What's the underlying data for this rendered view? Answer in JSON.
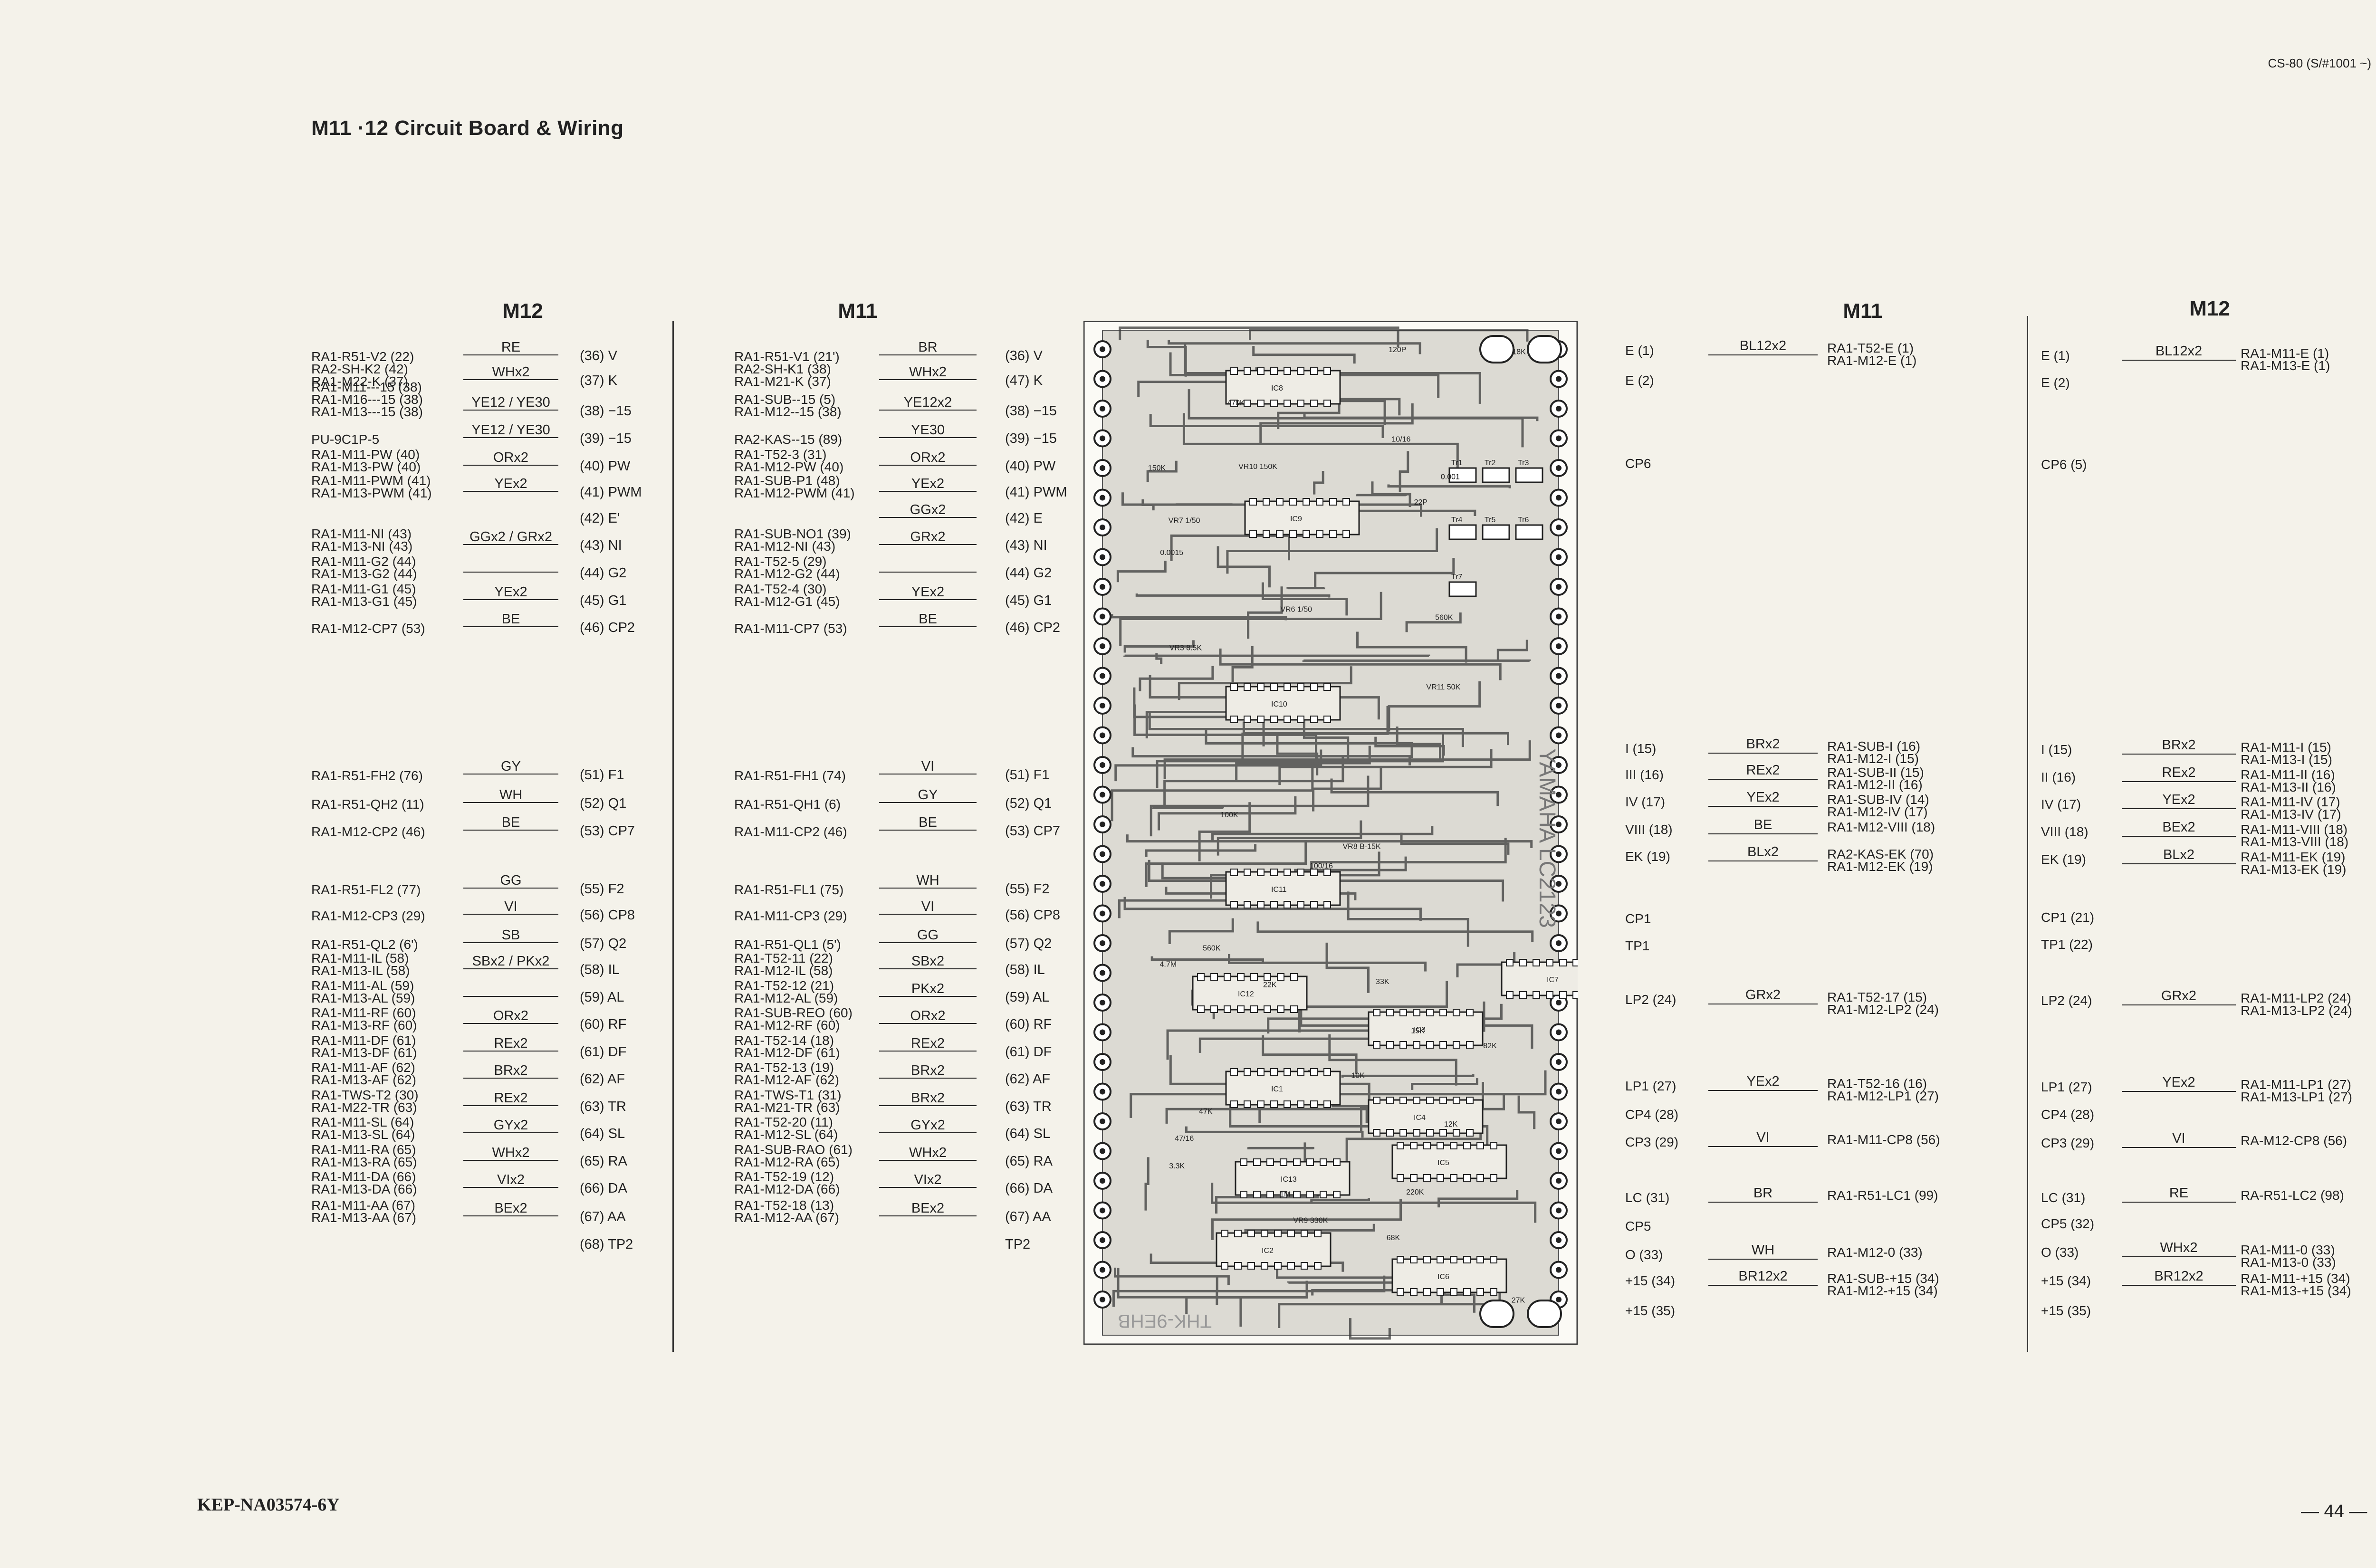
{
  "header": {
    "model": "CS-80 (S/#1001 ~)",
    "title": "M11 ·12  Circuit Board & Wiring"
  },
  "footer": {
    "code": "KEP-NA03574-6Y",
    "page": "— 44 —"
  },
  "headings": {
    "left_m12": "M12",
    "left_m11": "M11",
    "right_m11": "M11",
    "right_m12": "M12"
  },
  "board": {
    "brand": "YAMAHA  LC2123",
    "id": "THK-9EHB",
    "ics": [
      "IC8",
      "IC9",
      "IC10",
      "IC11",
      "IC12",
      "IC13",
      "IC1",
      "IC2",
      "IC3",
      "IC4",
      "IC5",
      "IC6",
      "IC7"
    ],
    "transistors": [
      "Tr1",
      "Tr2",
      "Tr3",
      "Tr4",
      "Tr5",
      "Tr6",
      "Tr7"
    ],
    "parts": [
      "100K",
      "150K",
      "33K",
      "47K",
      "220K",
      "22K",
      "10K",
      "82K",
      "1M",
      "15K",
      "18K",
      "4.7M",
      "27K",
      "470K",
      "560K",
      "68K",
      "0.0015",
      "0.001",
      "3.3K",
      "12K",
      "100/16",
      "10/16",
      "22P",
      "47/16",
      "120P",
      "560K",
      "VR3 8.5K",
      "VR9 330K",
      "VR8 B-15K",
      "VR11 50K",
      "VR10 150K",
      "VR7 1/50",
      "VR6 1/50"
    ],
    "pads_left_count": 33,
    "pads_right_count": 33
  },
  "left_m12": [
    {
      "sources": [
        "RA1-R51-V2 (22)"
      ],
      "code": "RE",
      "term": "(36) V"
    },
    {
      "sources": [
        "RA2-SH-K2 (42)",
        "RA1-M22-K (37)"
      ],
      "code": "WHx2",
      "term": "(37) K"
    },
    {
      "sources": [
        "RA1-M11---15 (38)",
        "RA1-M16---15 (38)",
        "RA1-M13---15 (38)"
      ],
      "code": "YE12 / YE30",
      "term": "(38) −15"
    },
    {
      "sources": [
        "PU-9C1P-5"
      ],
      "code": "YE12 / YE30",
      "term": "(39) −15"
    },
    {
      "sources": [
        "RA1-M11-PW (40)",
        "RA1-M13-PW (40)"
      ],
      "code": "ORx2",
      "term": "(40) PW"
    },
    {
      "sources": [
        "RA1-M11-PWM (41)",
        "RA1-M13-PWM (41)"
      ],
      "code": "YEx2",
      "term": "(41) PWM"
    },
    {
      "sources": [],
      "code": "",
      "term": "(42) E'"
    },
    {
      "sources": [
        "RA1-M11-NI (43)",
        "RA1-M13-NI (43)"
      ],
      "code": "GGx2 / GRx2",
      "term": "(43) NI"
    },
    {
      "sources": [
        "RA1-M11-G2 (44)",
        "RA1-M13-G2 (44)"
      ],
      "code": "",
      "term": "(44) G2"
    },
    {
      "sources": [
        "RA1-M11-G1 (45)",
        "RA1-M13-G1 (45)"
      ],
      "code": "YEx2",
      "term": "(45) G1"
    },
    {
      "sources": [
        "RA1-M12-CP7 (53)"
      ],
      "code": "BE",
      "term": "(46) CP2"
    },
    {
      "sources": [
        "RA1-R51-FH2 (76)"
      ],
      "code": "GY",
      "term": "(51) F1"
    },
    {
      "sources": [
        "RA1-R51-QH2 (11)"
      ],
      "code": "WH",
      "term": "(52) Q1"
    },
    {
      "sources": [
        "RA1-M12-CP2 (46)"
      ],
      "code": "BE",
      "term": "(53) CP7"
    },
    {
      "sources": [
        "RA1-R51-FL2 (77)"
      ],
      "code": "GG",
      "term": "(55) F2"
    },
    {
      "sources": [
        "RA1-M12-CP3 (29)"
      ],
      "code": "VI",
      "term": "(56) CP8"
    },
    {
      "sources": [
        "RA1-R51-QL2 (6')"
      ],
      "code": "SB",
      "term": "(57) Q2"
    },
    {
      "sources": [
        "RA1-M11-IL (58)",
        "RA1-M13-IL (58)"
      ],
      "code": "SBx2 / PKx2",
      "term": "(58) IL"
    },
    {
      "sources": [
        "RA1-M11-AL (59)",
        "RA1-M13-AL (59)"
      ],
      "code": "",
      "term": "(59) AL"
    },
    {
      "sources": [
        "RA1-M11-RF (60)",
        "RA1-M13-RF (60)"
      ],
      "code": "ORx2",
      "term": "(60) RF"
    },
    {
      "sources": [
        "RA1-M11-DF (61)",
        "RA1-M13-DF (61)"
      ],
      "code": "REx2",
      "term": "(61) DF"
    },
    {
      "sources": [
        "RA1-M11-AF (62)",
        "RA1-M13-AF (62)"
      ],
      "code": "BRx2",
      "term": "(62) AF"
    },
    {
      "sources": [
        "RA1-TWS-T2 (30)",
        "RA1-M22-TR (63)"
      ],
      "code": "REx2",
      "term": "(63) TR"
    },
    {
      "sources": [
        "RA1-M11-SL (64)",
        "RA1-M13-SL (64)"
      ],
      "code": "GYx2",
      "term": "(64) SL"
    },
    {
      "sources": [
        "RA1-M11-RA (65)",
        "RA1-M13-RA (65)"
      ],
      "code": "WHx2",
      "term": "(65) RA"
    },
    {
      "sources": [
        "RA1-M11-DA (66)",
        "RA1-M13-DA (66)"
      ],
      "code": "VIx2",
      "term": "(66) DA"
    },
    {
      "sources": [
        "RA1-M11-AA (67)",
        "RA1-M13-AA (67)"
      ],
      "code": "BEx2",
      "term": "(67) AA"
    },
    {
      "sources": [],
      "code": "",
      "term": "(68) TP2"
    }
  ],
  "left_m11": [
    {
      "sources": [
        "RA1-R51-V1 (21')"
      ],
      "code": "BR",
      "term": "(36) V"
    },
    {
      "sources": [
        "RA2-SH-K1 (38)",
        "RA1-M21-K (37)"
      ],
      "code": "WHx2",
      "term": "(47) K"
    },
    {
      "sources": [
        "RA1-SUB--15 (5)",
        "RA1-M12--15 (38)"
      ],
      "code": "YE12x2",
      "term": "(38) −15"
    },
    {
      "sources": [
        "RA2-KAS--15 (89)"
      ],
      "code": "YE30",
      "term": "(39) −15"
    },
    {
      "sources": [
        "RA1-T52-3 (31)",
        "RA1-M12-PW (40)"
      ],
      "code": "ORx2",
      "term": "(40) PW"
    },
    {
      "sources": [
        "RA1-SUB-P1 (48)",
        "RA1-M12-PWM (41)"
      ],
      "code": "YEx2",
      "term": "(41) PWM"
    },
    {
      "sources": [],
      "code": "GGx2",
      "term": "(42) E"
    },
    {
      "sources": [
        "RA1-SUB-NO1 (39)",
        "RA1-M12-NI (43)"
      ],
      "code": "GRx2",
      "term": "(43) NI"
    },
    {
      "sources": [
        "RA1-T52-5 (29)",
        "RA1-M12-G2 (44)"
      ],
      "code": "",
      "term": "(44) G2"
    },
    {
      "sources": [
        "RA1-T52-4 (30)",
        "RA1-M12-G1 (45)"
      ],
      "code": "YEx2",
      "term": "(45) G1"
    },
    {
      "sources": [
        "RA1-M11-CP7 (53)"
      ],
      "code": "BE",
      "term": "(46) CP2"
    },
    {
      "sources": [
        "RA1-R51-FH1 (74)"
      ],
      "code": "VI",
      "term": "(51) F1"
    },
    {
      "sources": [
        "RA1-R51-QH1 (6)"
      ],
      "code": "GY",
      "term": "(52) Q1"
    },
    {
      "sources": [
        "RA1-M11-CP2 (46)"
      ],
      "code": "BE",
      "term": "(53) CP7"
    },
    {
      "sources": [
        "RA1-R51-FL1 (75)"
      ],
      "code": "WH",
      "term": "(55) F2"
    },
    {
      "sources": [
        "RA1-M11-CP3 (29)"
      ],
      "code": "VI",
      "term": "(56) CP8"
    },
    {
      "sources": [
        "RA1-R51-QL1 (5')"
      ],
      "code": "GG",
      "term": "(57) Q2"
    },
    {
      "sources": [
        "RA1-T52-11 (22)",
        "RA1-M12-IL (58)"
      ],
      "code": "SBx2",
      "term": "(58) IL"
    },
    {
      "sources": [
        "RA1-T52-12 (21)",
        "RA1-M12-AL (59)"
      ],
      "code": "PKx2",
      "term": "(59) AL"
    },
    {
      "sources": [
        "RA1-SUB-REO (60)",
        "RA1-M12-RF (60)"
      ],
      "code": "ORx2",
      "term": "(60) RF"
    },
    {
      "sources": [
        "RA1-T52-14 (18)",
        "RA1-M12-DF (61)"
      ],
      "code": "REx2",
      "term": "(61) DF"
    },
    {
      "sources": [
        "RA1-T52-13 (19)",
        "RA1-M12-AF (62)"
      ],
      "code": "BRx2",
      "term": "(62) AF"
    },
    {
      "sources": [
        "RA1-TWS-T1 (31)",
        "RA1-M21-TR (63)"
      ],
      "code": "BRx2",
      "term": "(63) TR"
    },
    {
      "sources": [
        "RA1-T52-20 (11)",
        "RA1-M12-SL (64)"
      ],
      "code": "GYx2",
      "term": "(64) SL"
    },
    {
      "sources": [
        "RA1-SUB-RAO (61)",
        "RA1-M12-RA (65)"
      ],
      "code": "WHx2",
      "term": "(65) RA"
    },
    {
      "sources": [
        "RA1-T52-19 (12)",
        "RA1-M12-DA (66)"
      ],
      "code": "VIx2",
      "term": "(66) DA"
    },
    {
      "sources": [
        "RA1-T52-18 (13)",
        "RA1-M12-AA (67)"
      ],
      "code": "BEx2",
      "term": "(67) AA"
    },
    {
      "sources": [],
      "code": "",
      "term": "TP2"
    }
  ],
  "right_m11": [
    {
      "term": "E (1)",
      "code": "BL12x2",
      "dest": [
        "RA1-T52-E (1)",
        "RA1-M12-E (1)"
      ]
    },
    {
      "term": "E (2)",
      "code": "",
      "dest": []
    },
    {
      "term": "CP6",
      "code": "",
      "dest": []
    },
    {
      "term": "I (15)",
      "code": "BRx2",
      "dest": [
        "RA1-SUB-I (16)",
        "RA1-M12-I (15)"
      ]
    },
    {
      "term": "III (16)",
      "code": "REx2",
      "dest": [
        "RA1-SUB-II (15)",
        "RA1-M12-II (16)"
      ]
    },
    {
      "term": "IV (17)",
      "code": "YEx2",
      "dest": [
        "RA1-SUB-IV (14)",
        "RA1-M12-IV (17)"
      ]
    },
    {
      "term": "VIII (18)",
      "code": "BE",
      "dest": [
        "RA1-M12-VIII (18)"
      ]
    },
    {
      "term": "EK (19)",
      "code": "BLx2",
      "dest": [
        "RA2-KAS-EK (70)",
        "RA1-M12-EK (19)"
      ]
    },
    {
      "term": "CP1",
      "code": "",
      "dest": []
    },
    {
      "term": "TP1",
      "code": "",
      "dest": []
    },
    {
      "term": "LP2 (24)",
      "code": "GRx2",
      "dest": [
        "RA1-T52-17 (15)",
        "RA1-M12-LP2 (24)"
      ]
    },
    {
      "term": "LP1 (27)",
      "code": "YEx2",
      "dest": [
        "RA1-T52-16 (16)",
        "RA1-M12-LP1 (27)"
      ]
    },
    {
      "term": "CP4 (28)",
      "code": "",
      "dest": []
    },
    {
      "term": "CP3 (29)",
      "code": "VI",
      "dest": [
        "RA1-M11-CP8 (56)"
      ]
    },
    {
      "term": "LC (31)",
      "code": "BR",
      "dest": [
        "RA1-R51-LC1 (99)"
      ]
    },
    {
      "term": "CP5",
      "code": "",
      "dest": []
    },
    {
      "term": "O (33)",
      "code": "WH",
      "dest": [
        "RA1-M12-0 (33)"
      ]
    },
    {
      "term": "+15 (34)",
      "code": "BR12x2",
      "dest": [
        "RA1-SUB-+15 (34)",
        "RA1-M12-+15 (34)"
      ]
    },
    {
      "term": "+15 (35)",
      "code": "",
      "dest": []
    }
  ],
  "right_m12": [
    {
      "term": "E (1)",
      "code": "BL12x2",
      "dest": [
        "RA1-M11-E (1)",
        "RA1-M13-E (1)"
      ]
    },
    {
      "term": "E (2)",
      "code": "",
      "dest": []
    },
    {
      "term": "CP6 (5)",
      "code": "",
      "dest": []
    },
    {
      "term": "I (15)",
      "code": "BRx2",
      "dest": [
        "RA1-M11-I (15)",
        "RA1-M13-I (15)"
      ]
    },
    {
      "term": "II (16)",
      "code": "REx2",
      "dest": [
        "RA1-M11-II (16)",
        "RA1-M13-II (16)"
      ]
    },
    {
      "term": "IV (17)",
      "code": "YEx2",
      "dest": [
        "RA1-M11-IV (17)",
        "RA1-M13-IV (17)"
      ]
    },
    {
      "term": "VIII (18)",
      "code": "BEx2",
      "dest": [
        "RA1-M11-VIII (18)",
        "RA1-M13-VIII (18)"
      ]
    },
    {
      "term": "EK (19)",
      "code": "BLx2",
      "dest": [
        "RA1-M11-EK (19)",
        "RA1-M13-EK (19)"
      ]
    },
    {
      "term": "CP1 (21)",
      "code": "",
      "dest": []
    },
    {
      "term": "TP1 (22)",
      "code": "",
      "dest": []
    },
    {
      "term": "LP2 (24)",
      "code": "GRx2",
      "dest": [
        "RA1-M11-LP2 (24)",
        "RA1-M13-LP2 (24)"
      ]
    },
    {
      "term": "LP1 (27)",
      "code": "YEx2",
      "dest": [
        "RA1-M11-LP1 (27)",
        "RA1-M13-LP1 (27)"
      ]
    },
    {
      "term": "CP4 (28)",
      "code": "",
      "dest": []
    },
    {
      "term": "CP3 (29)",
      "code": "VI",
      "dest": [
        "RA-M12-CP8 (56)"
      ]
    },
    {
      "term": "LC (31)",
      "code": "RE",
      "dest": [
        "RA-R51-LC2 (98)"
      ]
    },
    {
      "term": "CP5 (32)",
      "code": "",
      "dest": []
    },
    {
      "term": "O (33)",
      "code": "WHx2",
      "dest": [
        "RA1-M11-0 (33)",
        "RA1-M13-0 (33)"
      ]
    },
    {
      "term": "+15 (34)",
      "code": "BR12x2",
      "dest": [
        "RA1-M11-+15 (34)",
        "RA1-M13-+15 (34)"
      ]
    },
    {
      "term": "+15 (35)",
      "code": "",
      "dest": []
    }
  ]
}
